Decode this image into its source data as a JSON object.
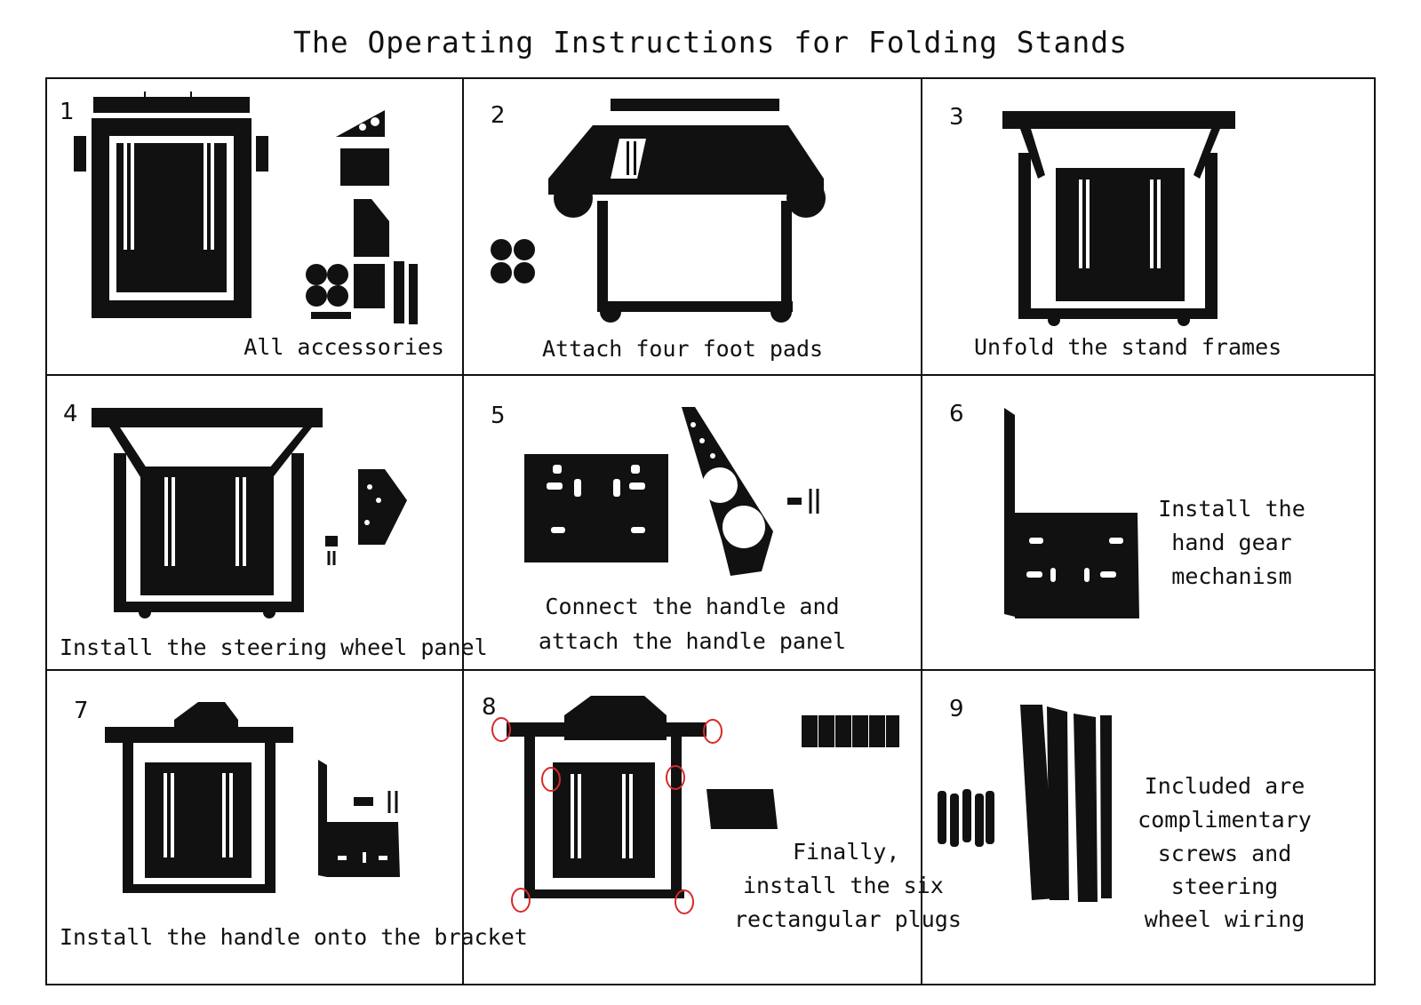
{
  "title": "The Operating Instructions for Folding Stands",
  "steps": [
    {
      "number": "1",
      "caption": [
        "All accessories"
      ]
    },
    {
      "number": "2",
      "caption": [
        "Attach  four foot pads"
      ]
    },
    {
      "number": "3",
      "caption": [
        "Unfold the stand frames"
      ]
    },
    {
      "number": "4",
      "caption": [
        "Install the steering wheel panel"
      ]
    },
    {
      "number": "5",
      "caption": [
        "Connect the handle and",
        "attach the handle panel"
      ]
    },
    {
      "number": "6",
      "caption": [
        "Install the",
        "hand gear",
        "mechanism"
      ]
    },
    {
      "number": "7",
      "caption": [
        "Install the handle onto the bracket"
      ]
    },
    {
      "number": "8",
      "caption": [
        "Finally,",
        "install the six",
        "rectangular plugs"
      ]
    },
    {
      "number": "9",
      "caption": [
        "Included are",
        "complimentary",
        "screws and",
        "steering",
        "wheel wiring"
      ]
    }
  ],
  "colors": {
    "ink": "#111111",
    "highlight_circle": "#d62a2a"
  }
}
